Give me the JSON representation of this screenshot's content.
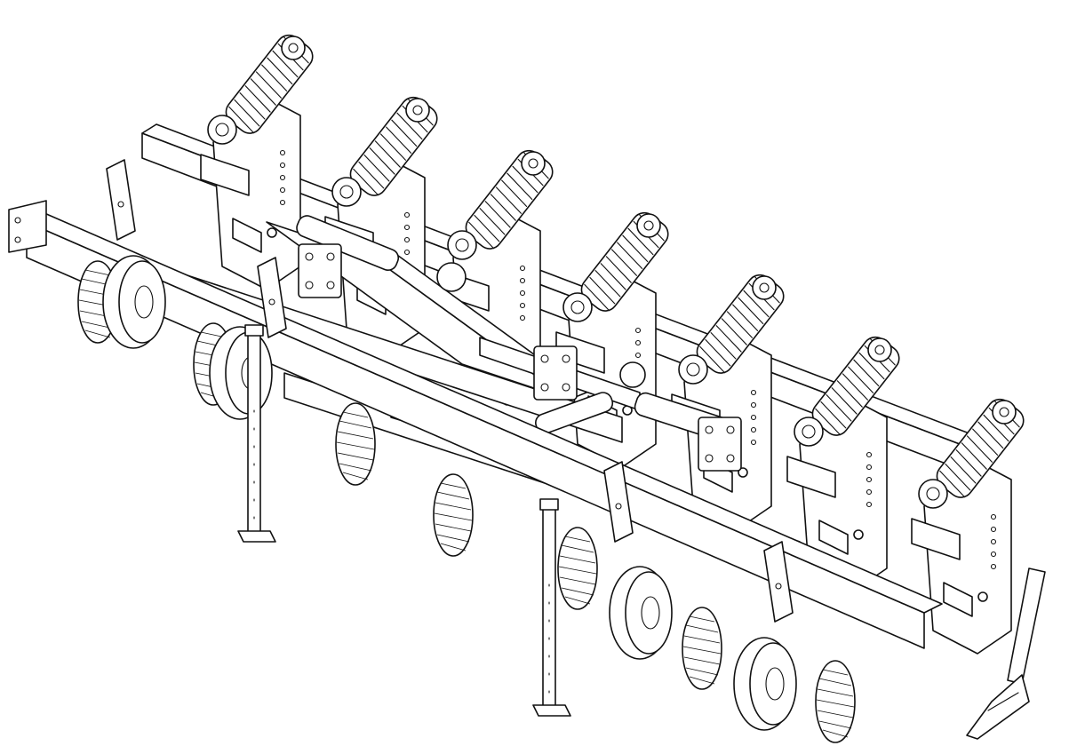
{
  "figure": {
    "kind": "technical line drawing",
    "subject": "subsoiler-implement",
    "colors": {
      "line": "#111111",
      "background": "#ffffff"
    },
    "counts": {
      "shanks": 7,
      "front_disc_wheels": 5,
      "gauge_wheels": 2,
      "parking_stands": 2
    }
  }
}
